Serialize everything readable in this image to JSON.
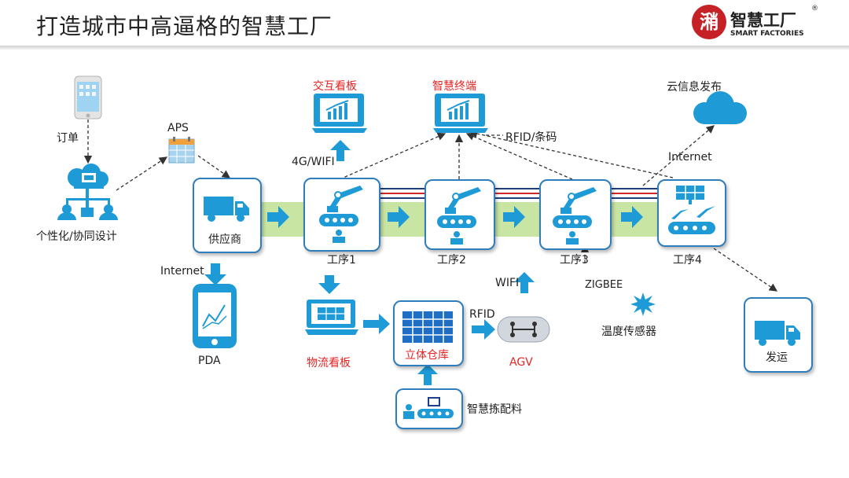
{
  "header": {
    "title": "打造城市中高逼格的智慧工厂"
  },
  "logo": {
    "mark": "潲",
    "name_cn": "智慧工厂",
    "name_en": "SMART FACTORIES",
    "registered": "®"
  },
  "nodes": {
    "order": "订单",
    "personalized_design": "个性化/协同设计",
    "aps": "APS",
    "supplier": "供应商",
    "process1": "工序1",
    "process2": "工序2",
    "process3": "工序3",
    "process4": "工序4",
    "interactive_board": "交互看板",
    "smart_terminal": "智慧终端",
    "cloud_publish": "云信息发布",
    "logistics_board": "物流看板",
    "warehouse": "立体仓库",
    "agv": "AGV",
    "smart_picking": "智慧拣配料",
    "temp_sensor": "温度传感器",
    "shipping": "发运",
    "pda": "PDA"
  },
  "links": {
    "wifi_4g": "4G/WIFI",
    "rfid_barcode": "RFID/条码",
    "internet_cloud": "Internet",
    "internet_pda": "Internet",
    "wifi": "WIFI",
    "zigbee": "ZIGBEE",
    "rfid": "RFID"
  },
  "colors": {
    "accent_blue": "#2f7dbb",
    "icon_blue": "#1e9ad6",
    "red": "#e52424",
    "flow_green": "#c9e5a3"
  }
}
